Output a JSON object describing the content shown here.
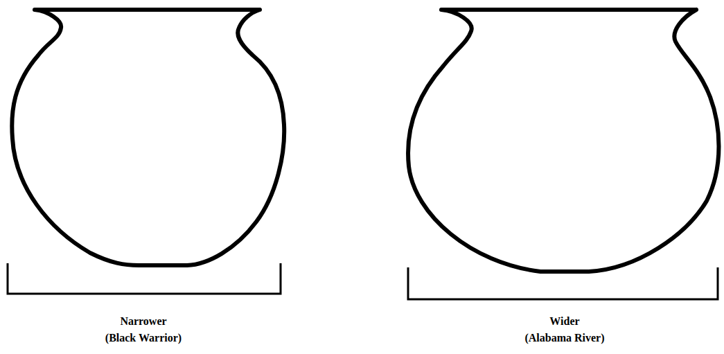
{
  "diagram": {
    "labels": [
      "Narrower",
      "(Black Warrior)",
      "Wider",
      "(Alabama River)"
    ]
  }
}
